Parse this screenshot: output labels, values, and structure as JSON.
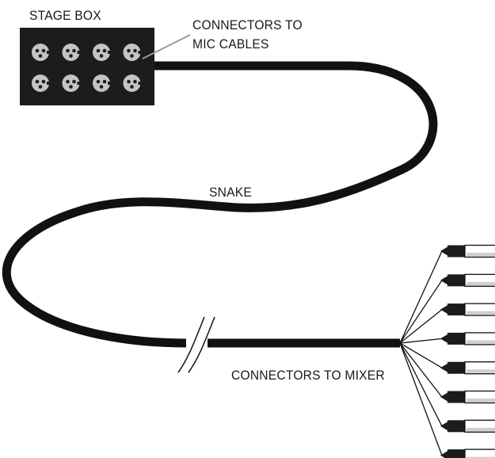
{
  "labels": {
    "stage_box": "STAGE BOX",
    "mic_cables_line1": "CONNECTORS TO",
    "mic_cables_line2": "MIC CABLES",
    "snake": "SNAKE",
    "mixer": "CONNECTORS TO MIXER"
  },
  "stage_box": {
    "socket_rows": 2,
    "socket_columns": 4
  },
  "mixer_connectors": {
    "count": 8
  },
  "colors": {
    "cable": "#111111",
    "box": "#1c1c1c",
    "socket": "#c4c4c4",
    "plug_body": "#1c1c1c",
    "leader_line": "#9a9a9a"
  }
}
